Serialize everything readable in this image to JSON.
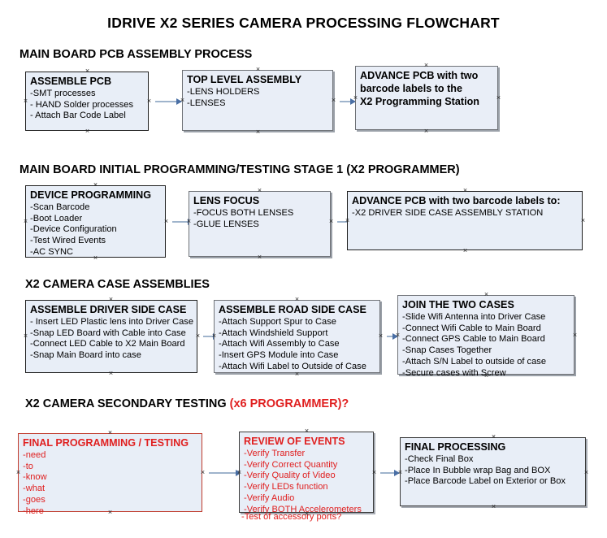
{
  "document": {
    "title": "IDRIVE X2  SERIES CAMERA PROCESSING FLOWCHART"
  },
  "sections": [
    {
      "id": "main-board-pcb-assembly",
      "heading": "MAIN BOARD PCB ASSEMBLY PROCESS",
      "heading_accent": "",
      "nodes": [
        {
          "id": "assemble-pcb",
          "head": "ASSEMBLE PCB",
          "lines": [
            "-SMT processes",
            "- HAND Solder processes",
            "- Attach Bar Code Label"
          ]
        },
        {
          "id": "top-level-assembly",
          "head": "TOP LEVEL ASSEMBLY",
          "lines": [
            "-LENS HOLDERS",
            "-LENSES"
          ]
        },
        {
          "id": "advance-pcb-to-x2-programming-station",
          "head": "ADVANCE PCB with two",
          "lines": [
            "barcode labels to the",
            " X2 Programming Station"
          ]
        }
      ]
    },
    {
      "id": "main-board-initial-programming",
      "heading": "MAIN BOARD INITIAL PROGRAMMING/TESTING STAGE 1 (X2 PROGRAMMER)",
      "heading_accent": "",
      "nodes": [
        {
          "id": "device-programming",
          "head": "DEVICE PROGRAMMING",
          "lines": [
            "-Scan Barcode",
            "-Boot Loader",
            "-Device Configuration",
            "-Test Wired Events",
            "-AC SYNC"
          ]
        },
        {
          "id": "lens-focus",
          "head": "LENS FOCUS",
          "lines": [
            "-FOCUS BOTH LENSES",
            "-GLUE LENSES"
          ]
        },
        {
          "id": "advance-pcb-to-driver-side-case-station",
          "head": "ADVANCE PCB with two barcode labels to:",
          "lines": [
            "-X2 DRIVER  SIDE  CASE  ASSEMBLY STATION"
          ]
        }
      ]
    },
    {
      "id": "x2-camera-case-assemblies",
      "heading": "X2 CAMERA CASE ASSEMBLIES",
      "heading_accent": "",
      "nodes": [
        {
          "id": "assemble-driver-side-case",
          "head": "ASSEMBLE DRIVER SIDE CASE",
          "lines": [
            "- Insert LED Plastic lens into Driver Case",
            "-Snap LED Board with Cable into Case",
            "-Connect LED Cable to X2 Main Board",
            "-Snap Main Board into case"
          ]
        },
        {
          "id": "assemble-road-side-case",
          "head": "ASSEMBLE ROAD SIDE CASE",
          "lines": [
            "-Attach Support Spur to Case",
            "-Attach Windshield Support",
            "-Attach Wifi Assembly to Case",
            "-Insert GPS Module into Case",
            "-Attach Wifi Label to Outside of Case"
          ]
        },
        {
          "id": "join-the-two-cases",
          "head": "JOIN THE TWO CASES",
          "lines": [
            "-Slide Wifi Antenna into Driver Case",
            "-Connect Wifi Cable to Main Board",
            "-Connect GPS Cable to Main Board",
            "-Snap Cases Together",
            "-Attach S/N Label to outside of case",
            "-Secure cases with Screw"
          ]
        }
      ]
    },
    {
      "id": "x2-camera-secondary-testing",
      "heading": "X2 CAMERA SECONDARY TESTING ",
      "heading_accent": "(x6 PROGRAMMER)?",
      "nodes": [
        {
          "id": "final-programming-testing",
          "head": "FINAL PROGRAMMING / TESTING",
          "lines": [
            "-need",
            "-to",
            "-know",
            "-what",
            "-goes",
            "-here"
          ]
        },
        {
          "id": "review-of-events",
          "head": "REVIEW OF EVENTS",
          "lines": [
            "-Verify Transfer",
            "-Verify Correct Quantity",
            "-Verify Quality of Video",
            "-Verify LEDs function",
            "-Verify Audio",
            "-Verify BOTH Accelerometers"
          ],
          "overflow_line": "-Test of accessory ports?"
        },
        {
          "id": "final-processing",
          "head": "FINAL PROCESSING",
          "lines": [
            " -Check Final Box",
            "-Place In Bubble wrap Bag and BOX",
            "-Place Barcode Label on Exterior or Box"
          ]
        }
      ]
    }
  ],
  "colors": {
    "node_fill": "#e8eef7",
    "node_border": "#1f1f1f",
    "accent_red": "#e02020",
    "arrow_line": "#9fb4cc",
    "arrow_head": "#4a6fa5"
  }
}
